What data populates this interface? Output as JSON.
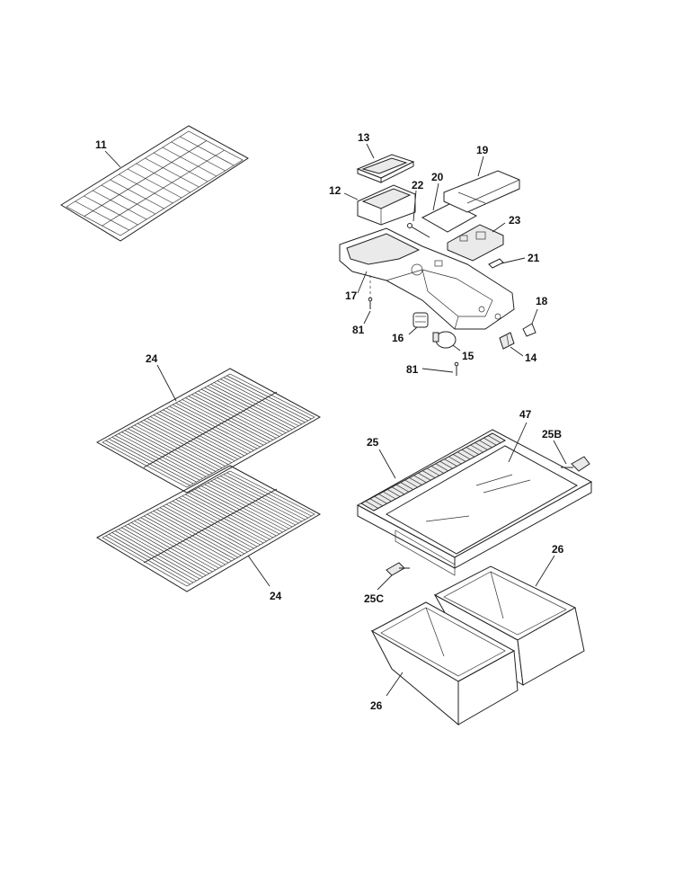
{
  "callouts": {
    "c11": "11",
    "c13": "13",
    "c12": "12",
    "c22": "22",
    "c20": "20",
    "c19": "19",
    "c23": "23",
    "c21": "21",
    "c17": "17",
    "c18": "18",
    "c81a": "81",
    "c16": "16",
    "c15": "15",
    "c14": "14",
    "c81b": "81",
    "c24a": "24",
    "c24b": "24",
    "c47": "47",
    "c25": "25",
    "c25B": "25B",
    "c26a": "26",
    "c25C": "25C",
    "c26b": "26"
  }
}
